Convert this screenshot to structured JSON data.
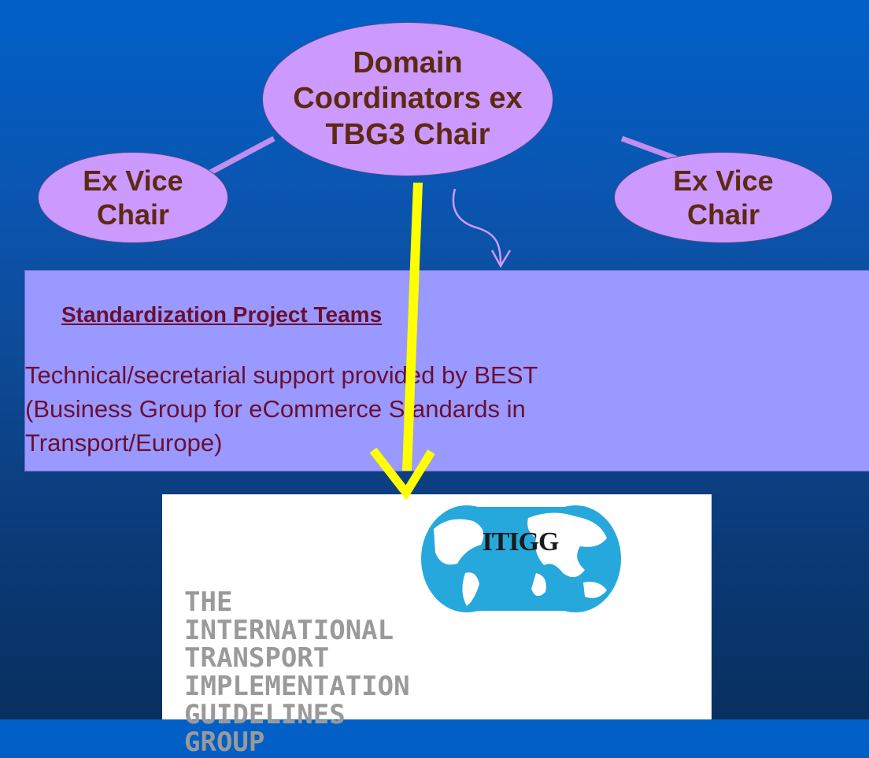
{
  "nodes": {
    "coordinators": {
      "lines": [
        "Domain",
        "Coordinators ex",
        "TBG3 Chair"
      ]
    },
    "vice_left": {
      "lines": [
        "Ex Vice",
        "Chair"
      ]
    },
    "vice_right": {
      "lines": [
        "Ex Vice",
        "Chair"
      ]
    }
  },
  "teams": {
    "title": "Standardization Project Teams",
    "description_lines": [
      "Technical/secretarial support provided by BEST",
      "(Business Group for eCommerce Standards in",
      "Transport/Europe)"
    ]
  },
  "logo": {
    "globe_text": "ITIGG",
    "name_lines": [
      "THE",
      "INTERNATIONAL",
      "TRANSPORT",
      "IMPLEMENTATION",
      "GUIDELINES",
      "GROUP"
    ]
  },
  "colors": {
    "node_fill": "#cc99ff",
    "node_text": "#5c2a12",
    "box_fill": "#9999ff",
    "box_text": "#6a0f33",
    "arrow": "#ffff00",
    "background_top": "#0060c8",
    "background_bottom": "#08305f"
  }
}
